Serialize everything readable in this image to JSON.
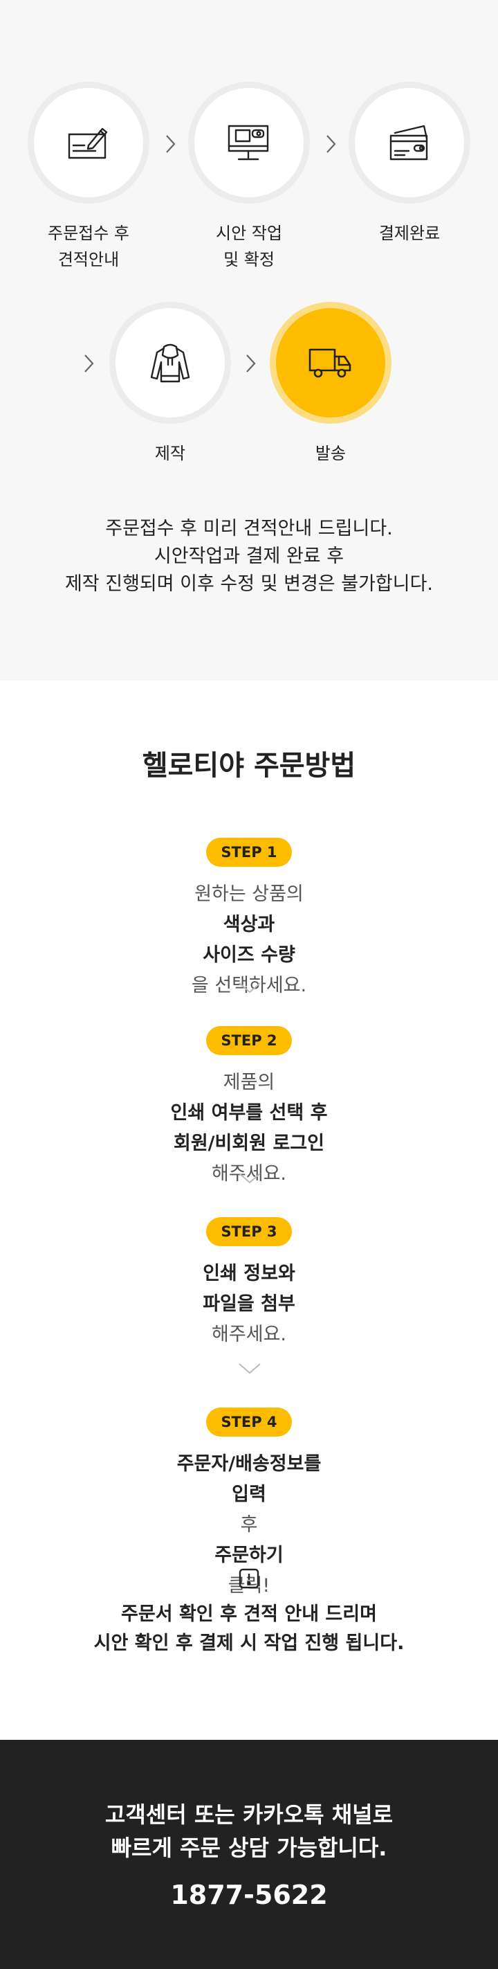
{
  "process": {
    "steps": [
      {
        "label": "주문접수 후\n견적안내",
        "icon": "check-document-icon"
      },
      {
        "label": "시안 작업\n및 확정",
        "icon": "monitor-design-icon"
      },
      {
        "label": "결제완료",
        "icon": "credit-card-icon"
      },
      {
        "label": "제작",
        "icon": "hoodie-icon"
      },
      {
        "label": "발송",
        "icon": "delivery-truck-icon",
        "active": true
      }
    ],
    "description": [
      "주문접수 후 미리 견적안내 드립니다.",
      "시안작업과 결제 완료 후",
      "제작 진행되며 이후 수정 및 변경은 불가합니다."
    ]
  },
  "howto": {
    "title": "헬로티야 주문방법",
    "steps": [
      {
        "badge": "STEP 1",
        "line1": [
          {
            "t": "원하는 상품의 ",
            "b": false
          },
          {
            "t": "색상과",
            "b": true
          }
        ],
        "line2": [
          {
            "t": "사이즈 수량",
            "b": true
          },
          {
            "t": "을 선택하세요.",
            "b": false
          }
        ]
      },
      {
        "badge": "STEP 2",
        "line1": [
          {
            "t": "제품의 ",
            "b": false
          },
          {
            "t": "인쇄 여부를 선택 후",
            "b": true
          }
        ],
        "line2": [
          {
            "t": "회원/비회원 로그인",
            "b": true
          },
          {
            "t": " 해주세요.",
            "b": false
          }
        ]
      },
      {
        "badge": "STEP 3",
        "line1": [
          {
            "t": "인쇄 정보와",
            "b": true
          }
        ],
        "line2": [
          {
            "t": "파일을 첨부",
            "b": true
          },
          {
            "t": " 해주세요.",
            "b": false
          }
        ]
      },
      {
        "badge": "STEP 4",
        "line1": [
          {
            "t": "주문자/배송정보를",
            "b": true
          }
        ],
        "line2": [
          {
            "t": "입력",
            "b": true
          },
          {
            "t": " 후 ",
            "b": false
          },
          {
            "t": "주문하기",
            "b": true
          },
          {
            "t": " 클릭!",
            "b": false
          }
        ]
      }
    ],
    "notice": {
      "icon": "alert-icon",
      "lines": [
        "주문서 확인 후 견적 안내 드리며",
        "시안 확인 후 결제 시 작업 진행 됩니다."
      ]
    }
  },
  "customer_service": {
    "lines": [
      "고객센터 또는 카카오톡 채널로",
      "빠르게 주문 상담 가능합니다."
    ],
    "phone": "1877-5622"
  },
  "colors": {
    "accent": "#fdbc00",
    "accent_ring": "#fcdd83",
    "process_bg": "#f7f7f7",
    "footer_bg": "#222222"
  }
}
